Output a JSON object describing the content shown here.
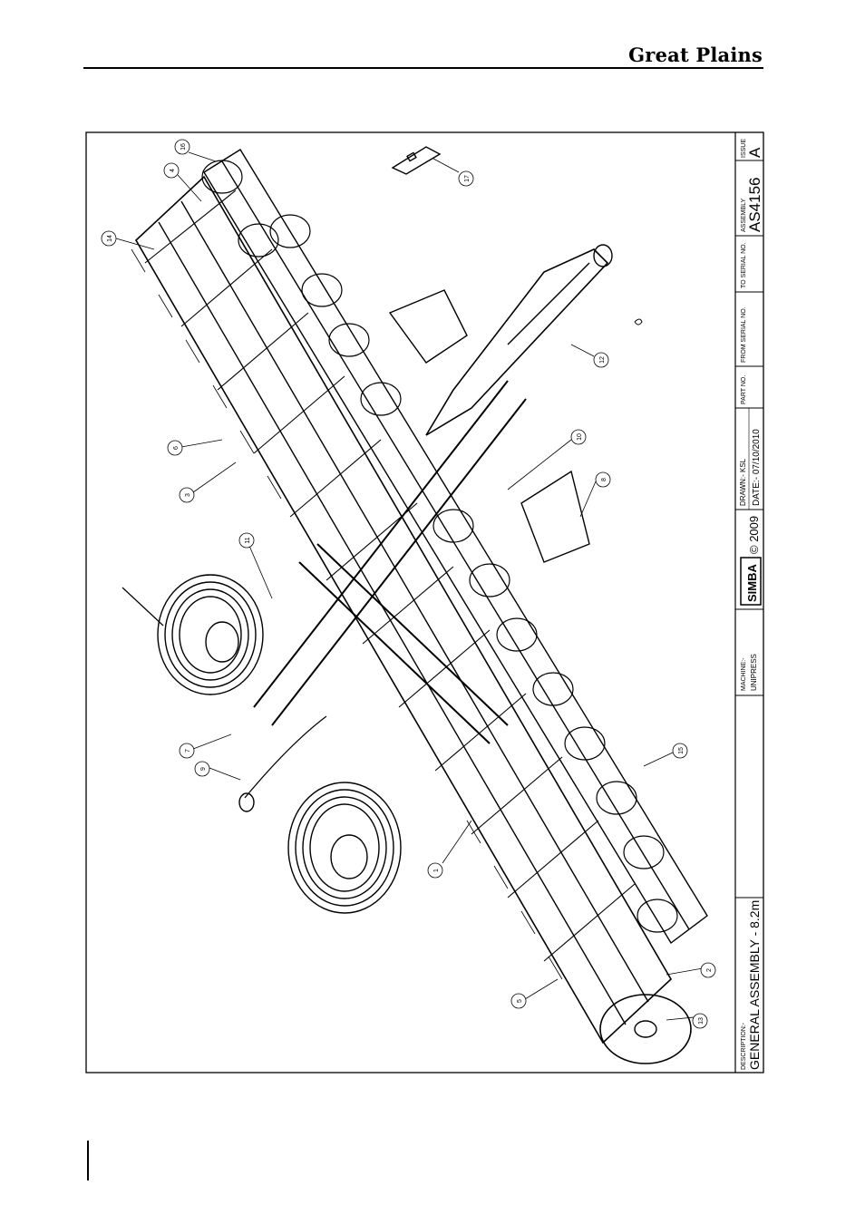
{
  "header": {
    "brand": "Great Plains"
  },
  "title_block": {
    "description_label": "DESCRIPTION:-",
    "description": "GENERAL ASSEMBLY - 8.2m",
    "machine_label": "MACHINE:-",
    "machine": "UNIPRESS",
    "logo_text": "SIMBA",
    "copyright": "© 2009",
    "drawn": "DRAWN:- KSL",
    "date": "DATE:- 07/10/2010",
    "part_no_label": "PART NO.",
    "from_serial_label": "FROM SERIAL NO.",
    "to_serial_label": "TO SERIAL NO.",
    "assembly_label": "ASSEMBLY",
    "assembly": "AS4156",
    "issue_label": "ISSUE",
    "issue": "A"
  },
  "callouts": [
    "1",
    "2",
    "3",
    "4",
    "5",
    "6",
    "7",
    "8",
    "9",
    "10",
    "11",
    "12",
    "13",
    "14",
    "15",
    "16",
    "17"
  ]
}
